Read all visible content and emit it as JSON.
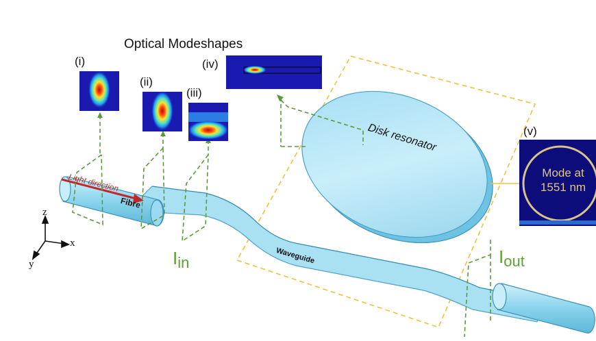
{
  "title": "Optical Modeshapes",
  "modes": [
    {
      "label": "(i)"
    },
    {
      "label": "(ii)"
    },
    {
      "label": "(iii)"
    },
    {
      "label": "(iv)"
    },
    {
      "label": "(v)"
    }
  ],
  "disk_label": "Disk resonator",
  "fibre_label": "Fibre",
  "light_label": "Light direction",
  "waveguide_label": "Waveguide",
  "mode_text": [
    "Mode at",
    "1551 nm"
  ],
  "i_in": {
    "main": "I",
    "sub": "in"
  },
  "i_out": {
    "main": "I",
    "sub": "out"
  },
  "axes": {
    "z": "z",
    "x": "x",
    "y": "y"
  },
  "colors": {
    "fiber": "#7ed0ec",
    "guide_dash": "#5a9a3a",
    "frame_dash": "#f0c040",
    "arrow": "#c0282a",
    "current_label": "#5fa032",
    "mode_bg": "#1a1ab0"
  }
}
